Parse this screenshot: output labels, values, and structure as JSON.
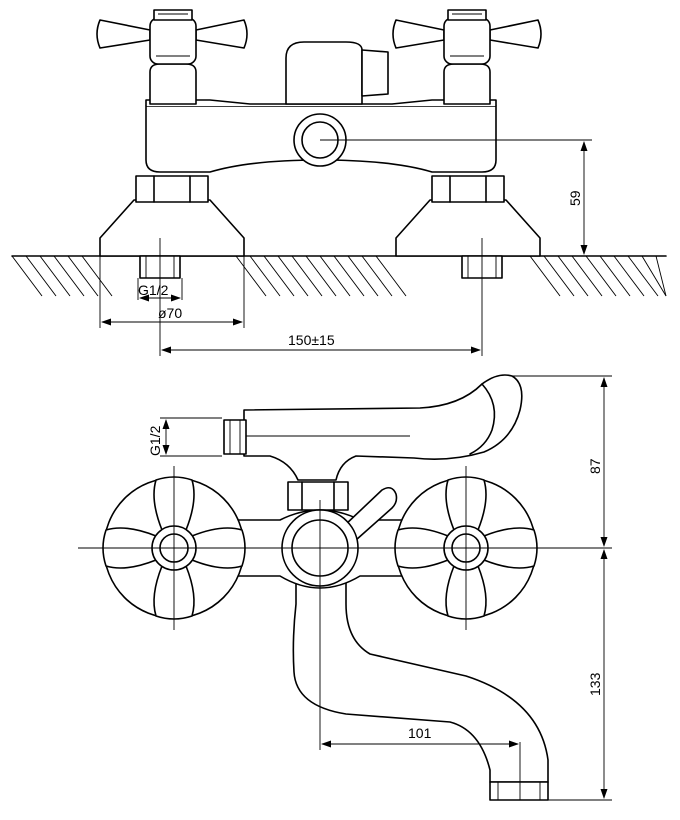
{
  "dimensions": {
    "front_height": "59",
    "thread_front": "G1/2",
    "base_diameter": "ø70",
    "center_distance": "150±15",
    "thread_top": "G1/2",
    "top_depth": "87",
    "spout_depth": "133",
    "spout_reach": "101"
  }
}
